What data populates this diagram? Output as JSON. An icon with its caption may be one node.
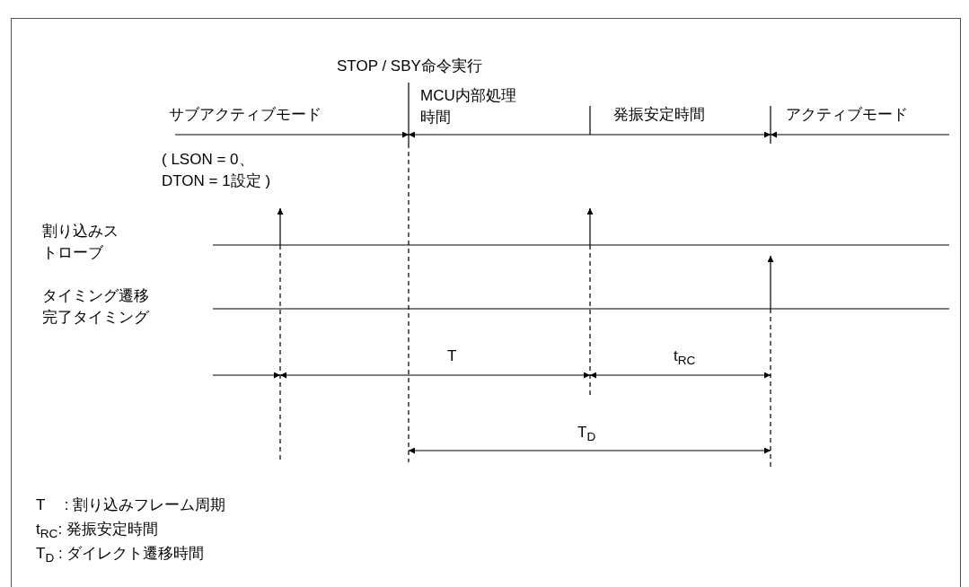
{
  "diagram": {
    "labels": [
      "STOP / SBY命令実行",
      "MCU内部処理時間",
      "サブアクティブモード",
      "発振安定時間",
      "アクティブモード",
      "( LSON = 0、DTON = 1設定 )",
      "割り込みストローブ",
      "タイミング遷移完了タイミング",
      "T",
      "t$_{RC}$",
      "T$_{D}$",
      "T　 :  割り込みフレーム周期",
      "t$_{RC}$:  発振安定時間",
      "T$_{D}$ :  ダイレクト遷移時間"
    ]
  }
}
